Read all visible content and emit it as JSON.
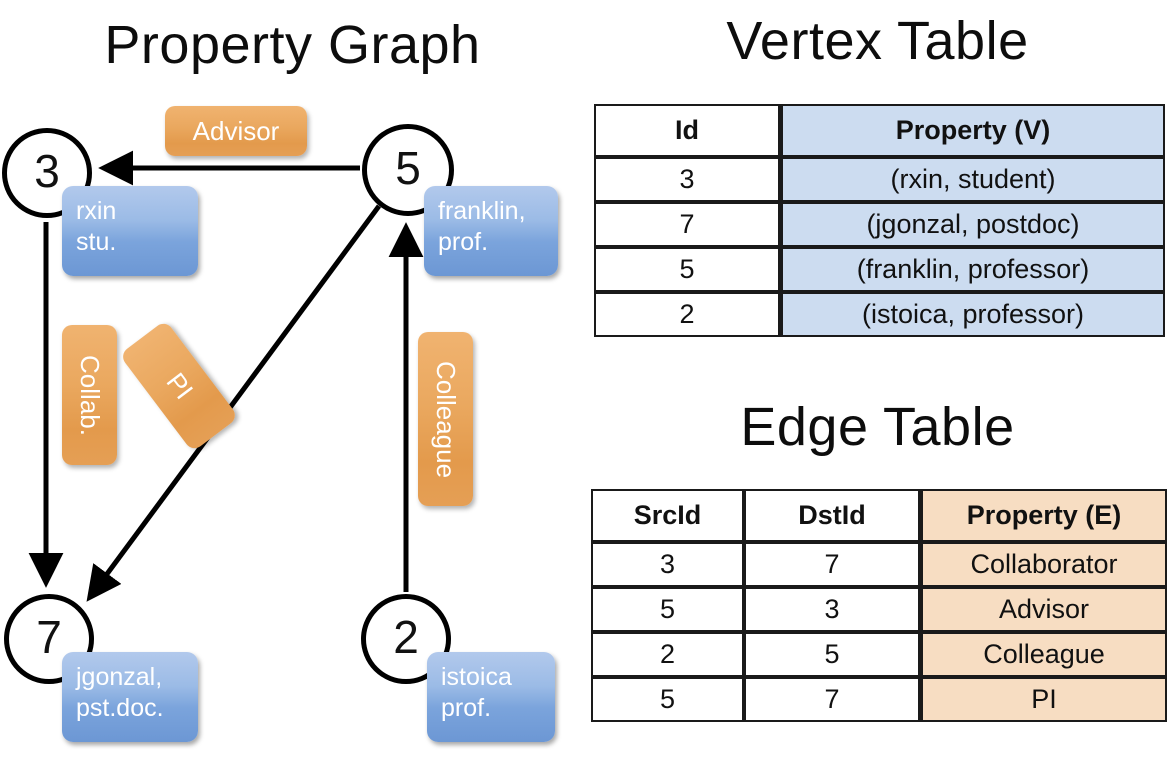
{
  "titles": {
    "property_graph": "Property Graph",
    "vertex_table": "Vertex Table",
    "edge_table": "Edge Table"
  },
  "graph": {
    "nodes": [
      {
        "id": "3",
        "property": "rxin\nstu.",
        "property_line1": "rxin",
        "property_line2": "stu."
      },
      {
        "id": "5",
        "property": "franklin,\nprof.",
        "property_line1": "franklin,",
        "property_line2": "prof."
      },
      {
        "id": "7",
        "property": "jgonzal,\npst.doc.",
        "property_line1": "jgonzal,",
        "property_line2": "pst.doc."
      },
      {
        "id": "2",
        "property": "istoica\nprof.",
        "property_line1": "istoica",
        "property_line2": "prof."
      }
    ],
    "edge_labels": [
      {
        "name": "advisor",
        "text": "Advisor"
      },
      {
        "name": "collab",
        "text": "Collab."
      },
      {
        "name": "pi",
        "text": "PI"
      },
      {
        "name": "colleague",
        "text": "Colleague"
      }
    ],
    "edges": [
      {
        "src": "5",
        "dst": "3",
        "label": "Advisor"
      },
      {
        "src": "3",
        "dst": "7",
        "label": "Collab."
      },
      {
        "src": "5",
        "dst": "7",
        "label": "PI"
      },
      {
        "src": "2",
        "dst": "5",
        "label": "Colleague"
      }
    ]
  },
  "vertex_table": {
    "headers": [
      "Id",
      "Property (V)"
    ],
    "rows": [
      [
        "3",
        "(rxin, student)"
      ],
      [
        "7",
        "(jgonzal, postdoc)"
      ],
      [
        "5",
        "(franklin, professor)"
      ],
      [
        "2",
        "(istoica, professor)"
      ]
    ]
  },
  "edge_table": {
    "headers": [
      "SrcId",
      "DstId",
      "Property (E)"
    ],
    "rows": [
      [
        "3",
        "7",
        "Collaborator"
      ],
      [
        "5",
        "3",
        "Advisor"
      ],
      [
        "2",
        "5",
        "Colleague"
      ],
      [
        "5",
        "7",
        "PI"
      ]
    ]
  },
  "colors": {
    "vertex_property_fill": "#ccdcf0",
    "edge_property_fill": "#f7ddc2",
    "node_box_blue": "#7ba4dc",
    "edge_label_orange": "#eaa85f",
    "stroke": "#000000",
    "background": "#ffffff"
  }
}
